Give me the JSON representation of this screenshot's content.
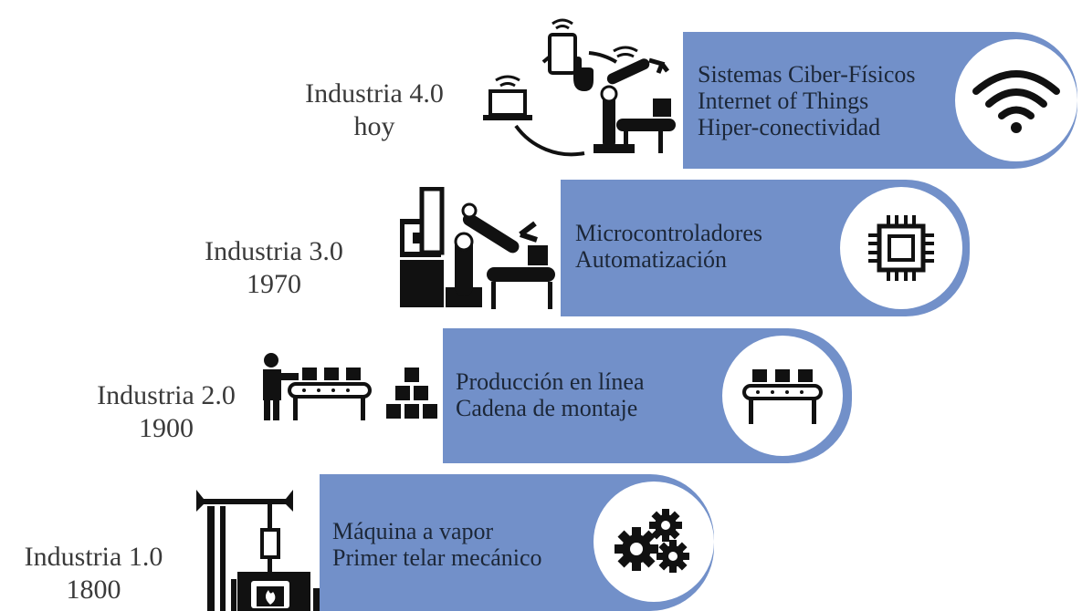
{
  "stages": [
    {
      "id": "4-0",
      "label_line1": "Industria 4.0",
      "label_line2": "hoy",
      "banner_lines": [
        "Sistemas Ciber-Físicos",
        "Internet of Things",
        "Hiper-conectividad"
      ],
      "icon": "wifi-icon",
      "illustration": "iot-network-illustration"
    },
    {
      "id": "3-0",
      "label_line1": "Industria 3.0",
      "label_line2": "1970",
      "banner_lines": [
        "Microcontroladores",
        "Automatización"
      ],
      "icon": "microchip-icon",
      "illustration": "computer-robot-arm-illustration"
    },
    {
      "id": "2-0",
      "label_line1": "Industria 2.0",
      "label_line2": "1900",
      "banner_lines": [
        "Producción en línea",
        "Cadena de montaje"
      ],
      "icon": "conveyor-belt-icon",
      "illustration": "worker-assembly-line-illustration"
    },
    {
      "id": "1-0",
      "label_line1": "Industria 1.0",
      "label_line2": "1800",
      "banner_lines": [
        "Máquina a vapor",
        "Primer telar mecánico"
      ],
      "icon": "gears-icon",
      "illustration": "steam-engine-illustration"
    }
  ],
  "colors": {
    "banner": "#7290c9",
    "banner_text": "#1c2738",
    "label_text": "#3a3a3a",
    "icon": "#111111"
  }
}
